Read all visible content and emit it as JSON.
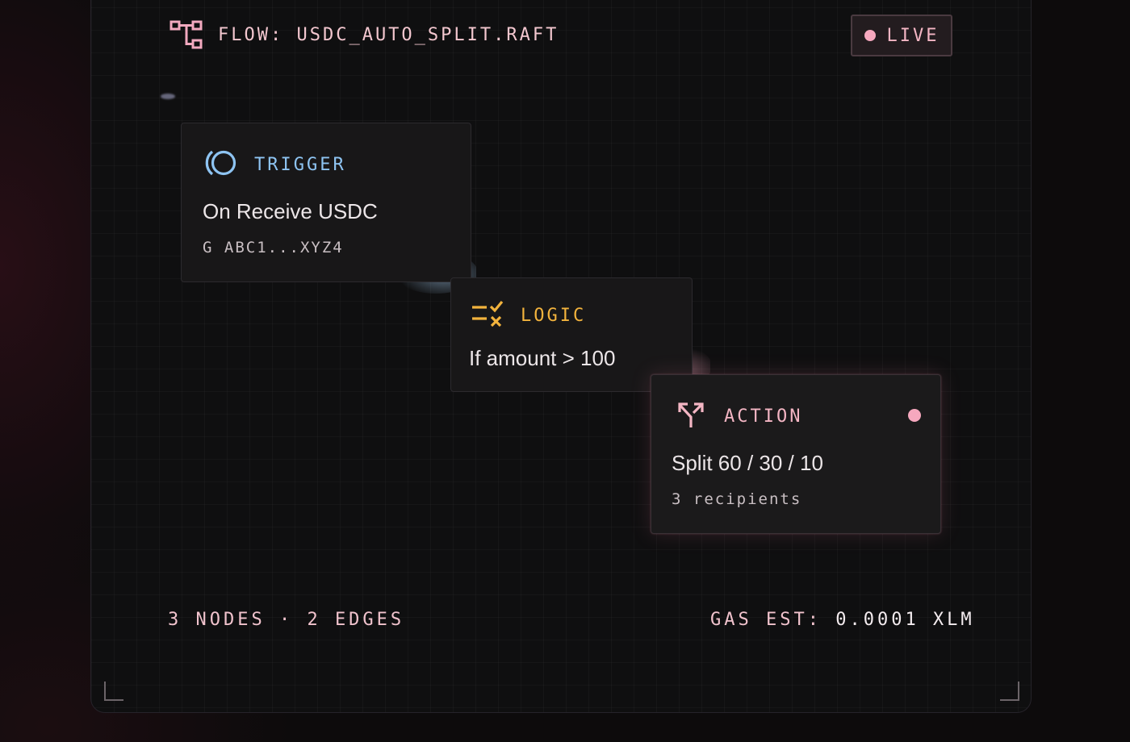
{
  "header": {
    "title": "FLOW: USDC_AUTO_SPLIT.RAFT",
    "icon": "workflow-icon"
  },
  "status_badge": {
    "label": "LIVE",
    "dot_color": "#f6a8be"
  },
  "nodes": {
    "trigger": {
      "type": "TRIGGER",
      "title": "On Receive USDC",
      "subtitle": "G ABC1...XYZ4",
      "icon": "broadcast-ring-icon",
      "color": "#8ec4f2"
    },
    "logic": {
      "type": "LOGIC",
      "title": "If amount > 100",
      "icon": "list-check-cross-icon",
      "color": "#f2b33d"
    },
    "action": {
      "type": "ACTION",
      "title": "Split 60 / 30 / 10",
      "subtitle": "3 recipients",
      "icon": "split-arrows-icon",
      "color": "#f4b6c4"
    }
  },
  "footer": {
    "stats": "3 NODES · 2 EDGES",
    "gas_label": "GAS EST:",
    "gas_value": "0.0001 XLM"
  }
}
